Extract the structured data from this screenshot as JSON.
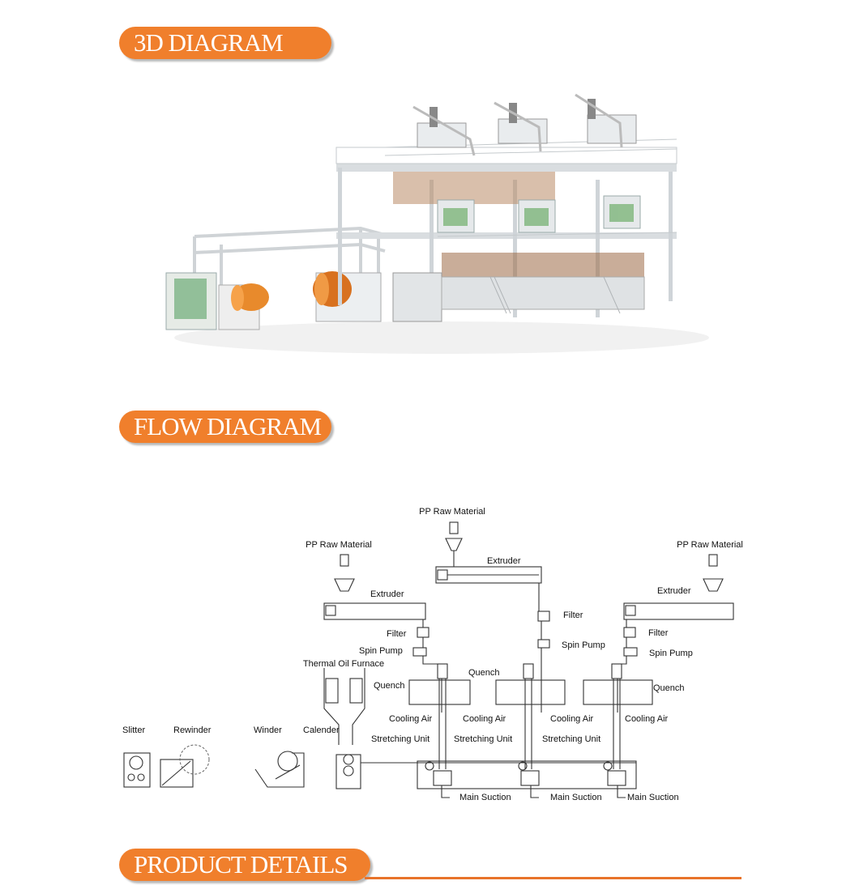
{
  "sections": {
    "diagram3d": "3D DIAGRAM",
    "flow": "FLOW DIAGRAM",
    "product": "PRODUCT DETAILS"
  },
  "flow_labels": {
    "pp_raw_left": "PP Raw Material",
    "pp_raw_center": "PP Raw Material",
    "pp_raw_right": "PP Raw Material",
    "extruder_left": "Extruder",
    "extruder_center": "Extruder",
    "extruder_right": "Extruder",
    "filter_left": "Filter",
    "filter_center": "Filter",
    "filter_right": "Filter",
    "spin_pump_left": "Spin Pump",
    "spin_pump_center": "Spin Pump",
    "spin_pump_right": "Spin Pump",
    "thermal_oil": "Thermal Oil Furnace",
    "quench_left": "Quench",
    "quench_center": "Quench",
    "quench_right": "Quench",
    "cooling_1": "Cooling Air",
    "cooling_2": "Cooling Air",
    "cooling_3": "Cooling Air",
    "cooling_4": "Cooling Air",
    "stretch_1": "Stretching Unit",
    "stretch_2": "Stretching Unit",
    "stretch_3": "Stretching Unit",
    "slitter": "Slitter",
    "rewinder": "Rewinder",
    "winder": "Winder",
    "calender": "Calender",
    "suction_1": "Main Suction",
    "suction_2": "Main Suction",
    "suction_3": "Main Suction"
  },
  "colors": {
    "banner": "#f07f2c",
    "banner_text": "#ffffff",
    "accent_orange": "#e07a2a",
    "frame": "#d9dde0"
  }
}
